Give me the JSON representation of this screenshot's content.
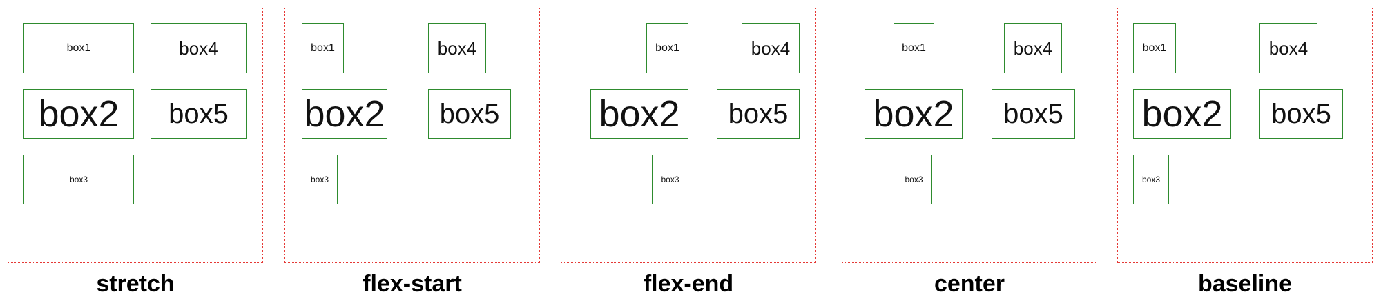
{
  "colors": {
    "container_border": "#e53935",
    "box_border": "#2e8b2e",
    "text": "#111111"
  },
  "panels": [
    {
      "caption": "stretch",
      "boxes": [
        "box1",
        "box2",
        "box3",
        "box4",
        "box5"
      ]
    },
    {
      "caption": "flex-start",
      "boxes": [
        "box1",
        "box2",
        "box3",
        "box4",
        "box5"
      ]
    },
    {
      "caption": "flex-end",
      "boxes": [
        "box1",
        "box2",
        "box3",
        "box4",
        "box5"
      ]
    },
    {
      "caption": "center",
      "boxes": [
        "box1",
        "box2",
        "box3",
        "box4",
        "box5"
      ]
    },
    {
      "caption": "baseline",
      "boxes": [
        "box1",
        "box2",
        "box3",
        "box4",
        "box5"
      ]
    }
  ]
}
